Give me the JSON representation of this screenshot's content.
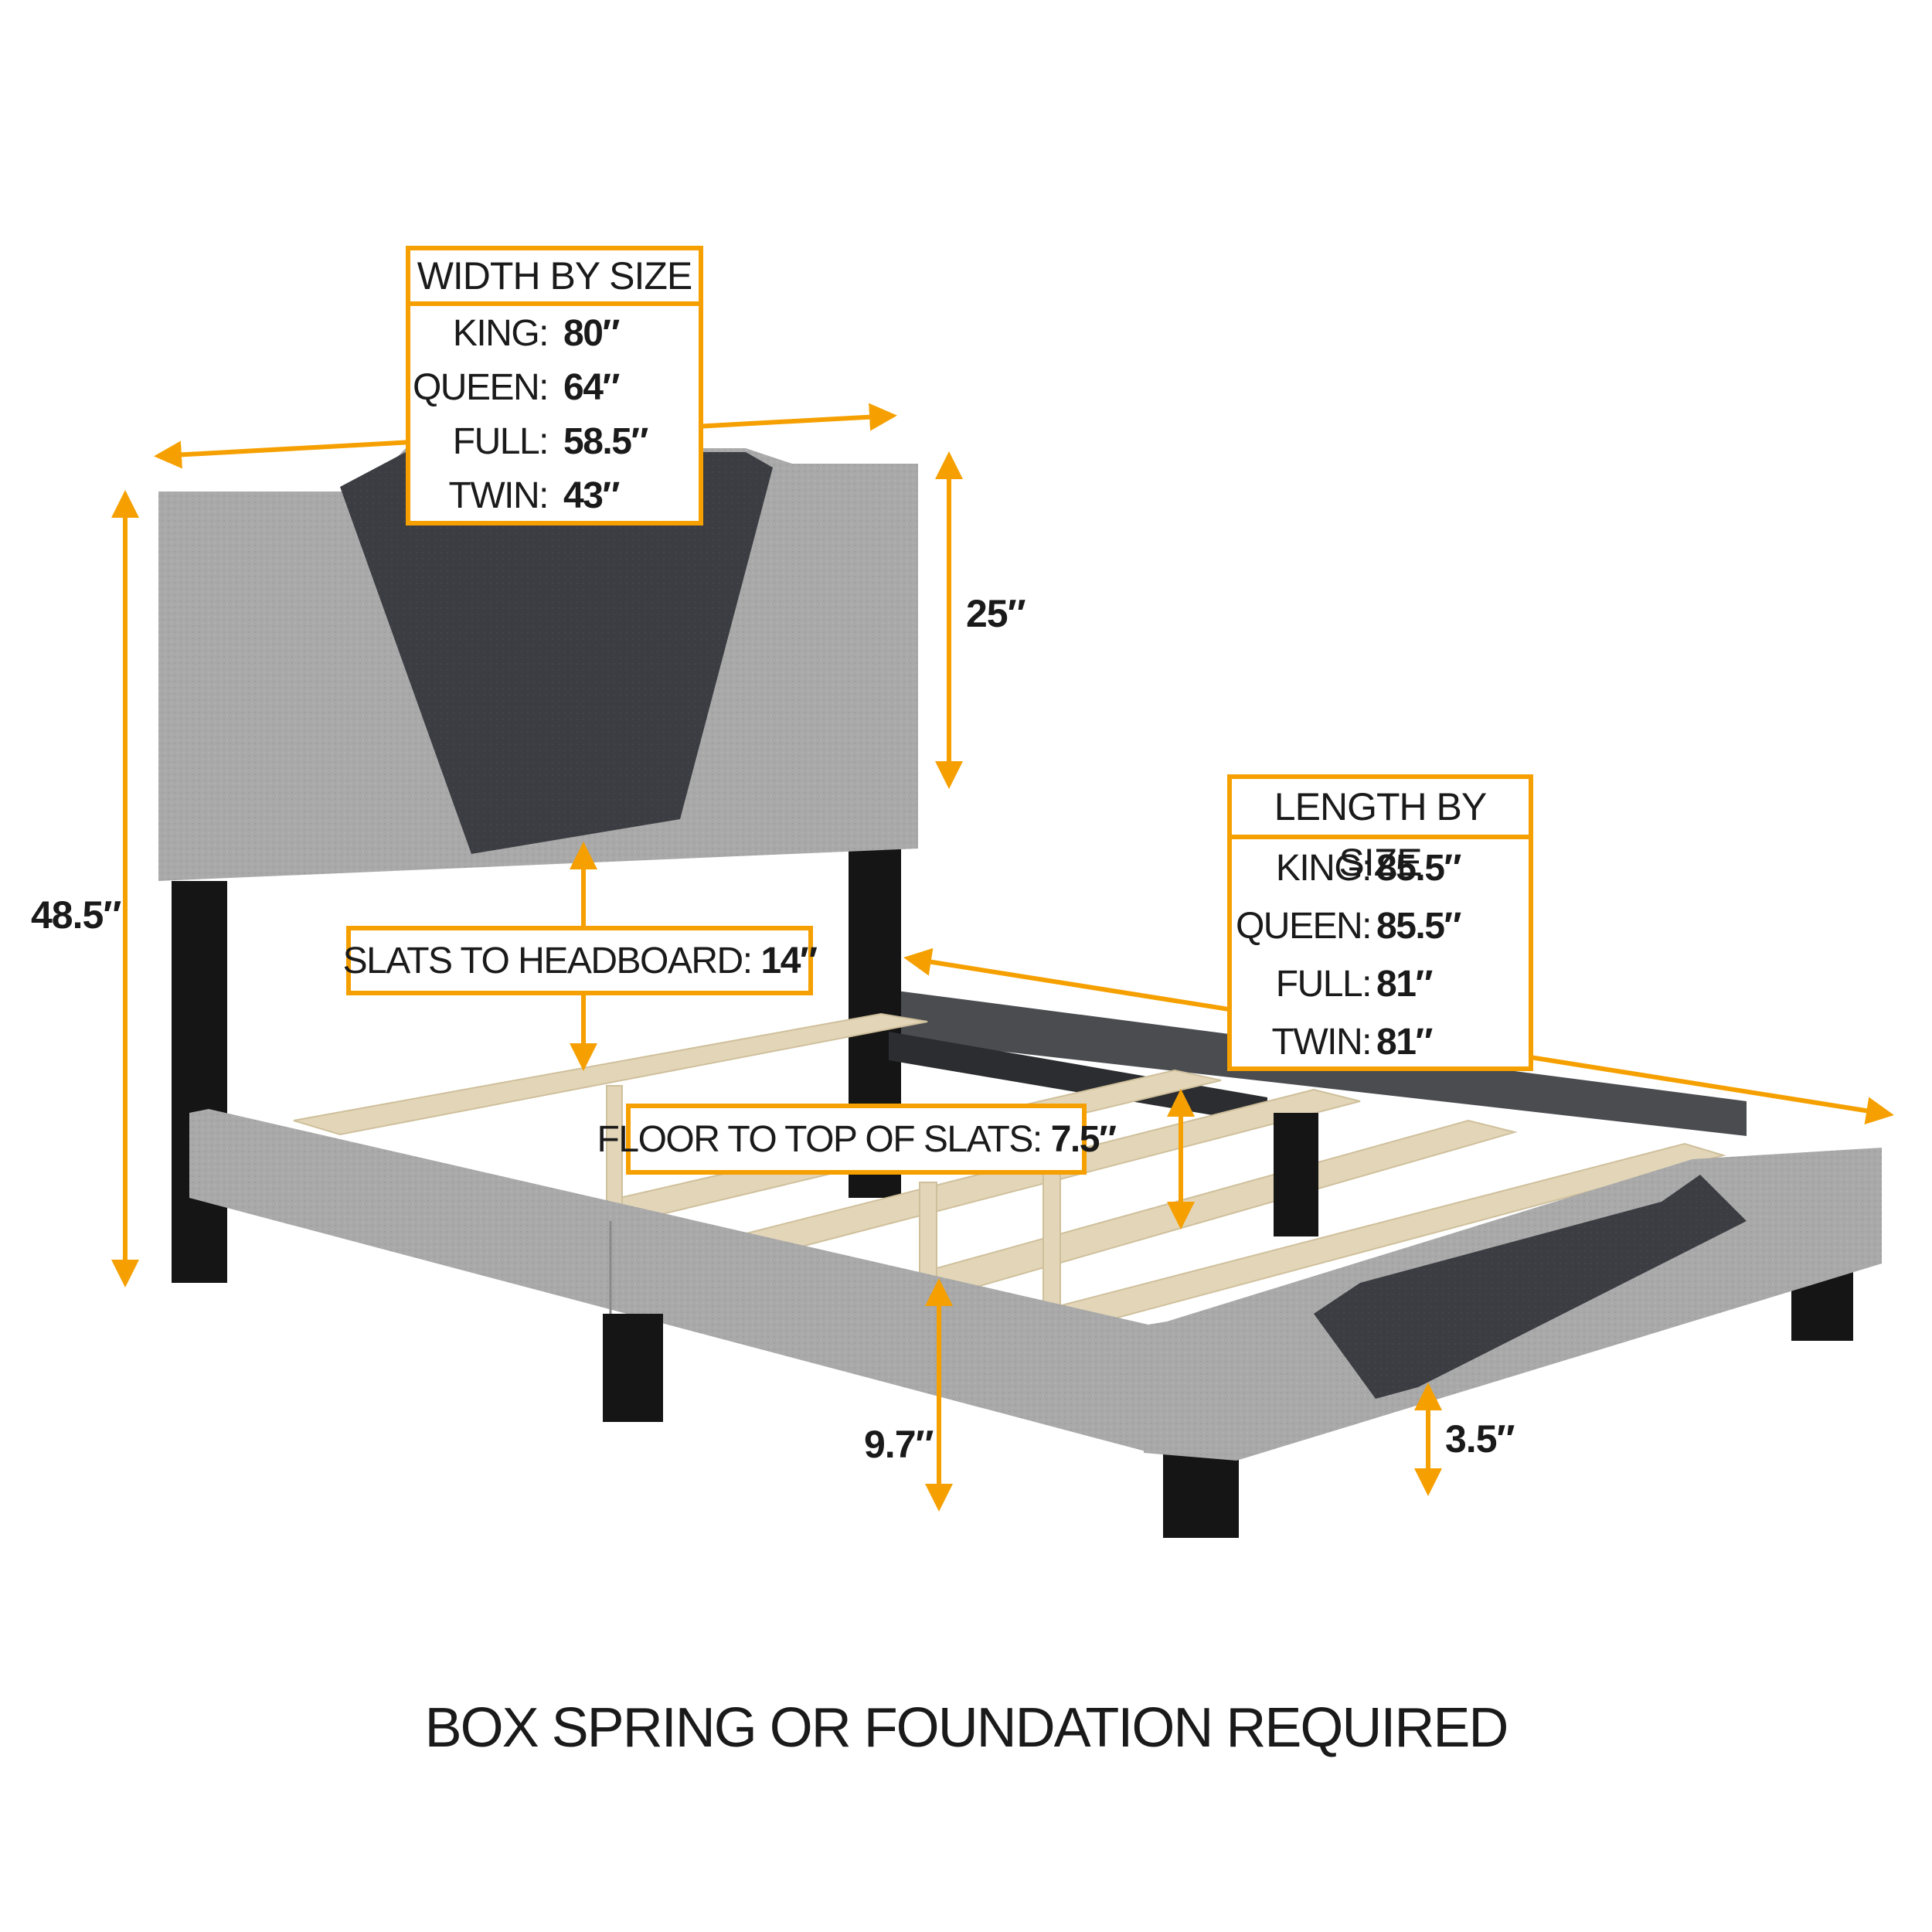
{
  "width_by_size": {
    "title": "WIDTH BY SIZE",
    "rows": [
      {
        "size": "KING:",
        "value": "80″"
      },
      {
        "size": "QUEEN:",
        "value": "64″"
      },
      {
        "size": "FULL:",
        "value": "58.5″"
      },
      {
        "size": "TWIN:",
        "value": "43″"
      }
    ]
  },
  "length_by_size": {
    "title": "LENGTH BY SIZE",
    "rows": [
      {
        "size": "KING:",
        "value": "85.5″"
      },
      {
        "size": "QUEEN:",
        "value": "85.5″"
      },
      {
        "size": "FULL:",
        "value": "81″"
      },
      {
        "size": "TWIN:",
        "value": "81″"
      }
    ]
  },
  "callouts": {
    "slats_to_headboard_label": "SLATS TO HEADBOARD:",
    "slats_to_headboard_value": "14″",
    "floor_to_slats_label": "FLOOR TO TOP OF SLATS:",
    "floor_to_slats_value": "7.5″"
  },
  "dimensions": {
    "total_height": "48.5″",
    "headboard_height": "25″",
    "rail_height": "9.7″",
    "leg_height": "3.5″"
  },
  "footer_note": "BOX SPRING OR FOUNDATION REQUIRED",
  "colors": {
    "accent": "#f5a000",
    "fabric_light": "#a9a9a9",
    "fabric_dark": "#3b3d42",
    "legs": "#151515",
    "slats": "#e3d6b8"
  }
}
